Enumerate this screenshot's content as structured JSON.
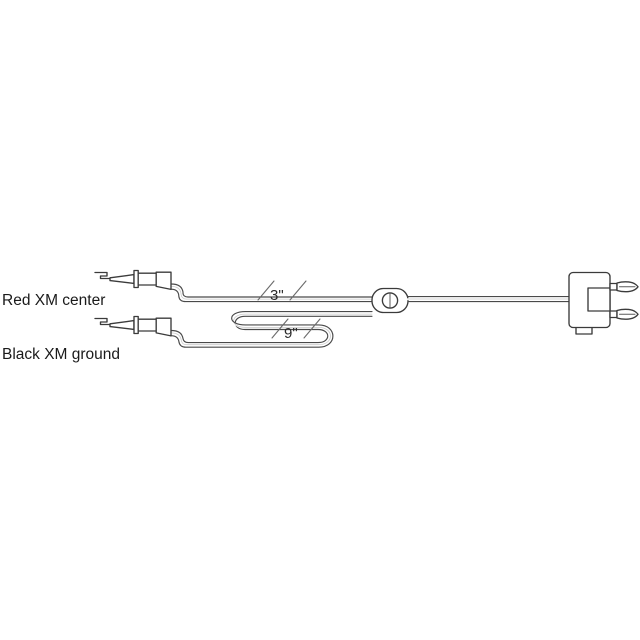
{
  "diagram": {
    "title": "XM antenna adapter cable wiring diagram",
    "background_color": "#ffffff",
    "line_color": "#4a4a4a",
    "text_color": "#1a1a1a",
    "labels": {
      "red_lead": "Red XM center",
      "black_lead": "Black XM ground"
    },
    "dimensions": {
      "upper_length": "3\"",
      "lower_length": "9\""
    },
    "components": {
      "upper_connector": "pin-connector-red",
      "lower_connector": "pin-connector-black",
      "inline_module": "inline-barrel-fitting",
      "right_housing": "dual-pin-terminal-block"
    }
  }
}
